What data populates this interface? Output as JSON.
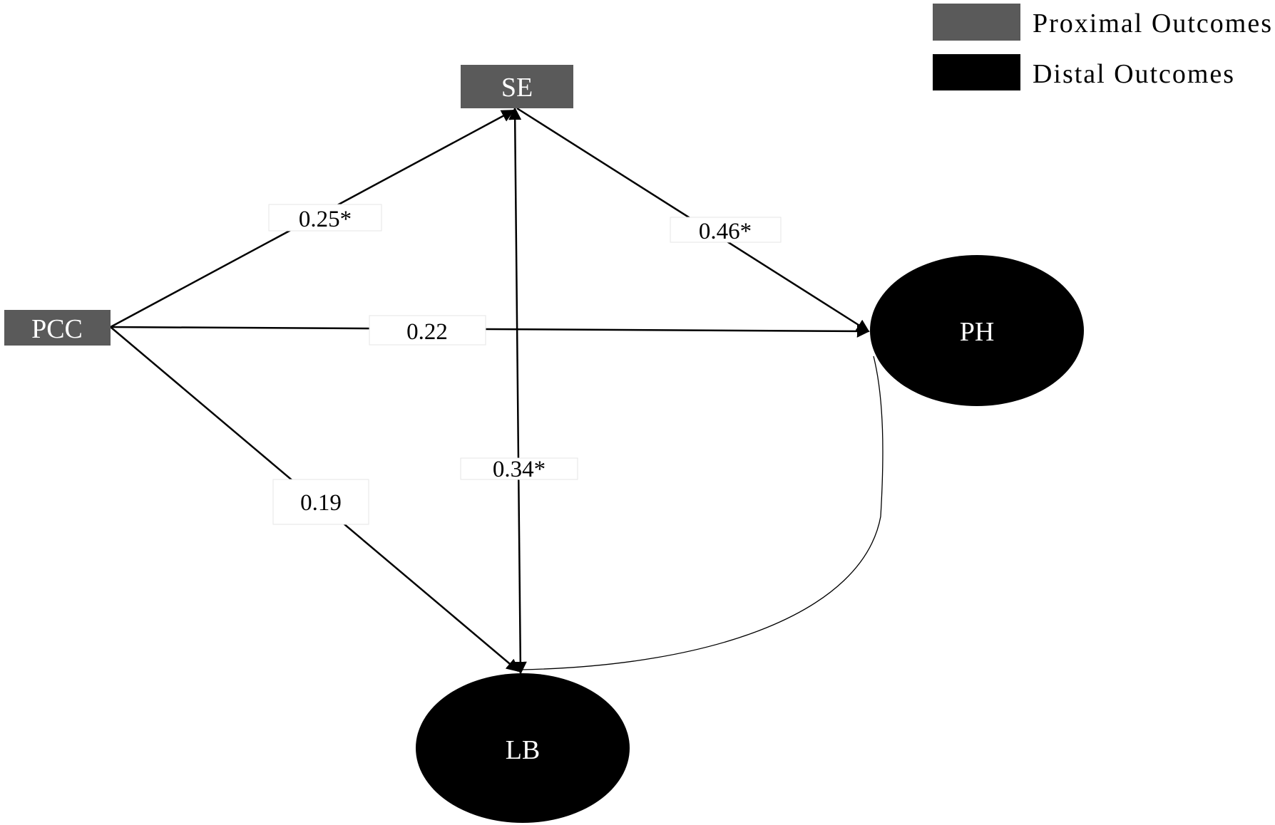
{
  "colors": {
    "proximal": "#5a5a5a",
    "distal": "#000000",
    "line": "#000000",
    "background": "#ffffff"
  },
  "legend": {
    "proximal_label": "Proximal Outcomes",
    "distal_label": "Distal Outcomes"
  },
  "nodes": {
    "pcc": "PCC",
    "se": "SE",
    "ph": "PH",
    "lb": "LB"
  },
  "paths": {
    "pcc_se": "0.25*",
    "se_ph": "0.46*",
    "pcc_ph": "0.22",
    "se_lb": "0.34*",
    "pcc_lb": "0.19"
  }
}
